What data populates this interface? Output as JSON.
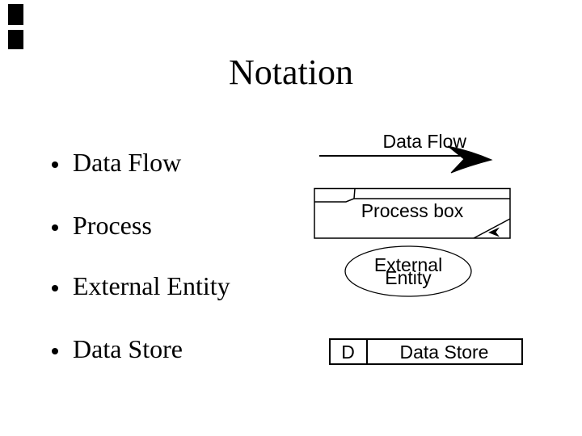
{
  "slide": {
    "title": "Notation",
    "bullets": [
      {
        "label": "Data Flow"
      },
      {
        "label": "Process"
      },
      {
        "label": "External Entity"
      },
      {
        "label": "Data Store"
      }
    ],
    "notation": {
      "data_flow": {
        "label": "Data Flow"
      },
      "process": {
        "label": "Process box"
      },
      "external_entity": {
        "line1": "External",
        "line2": "Entity"
      },
      "data_store": {
        "prefix": "D",
        "label": "Data Store"
      }
    },
    "colors": {
      "ink": "#000000",
      "background": "#ffffff"
    }
  }
}
